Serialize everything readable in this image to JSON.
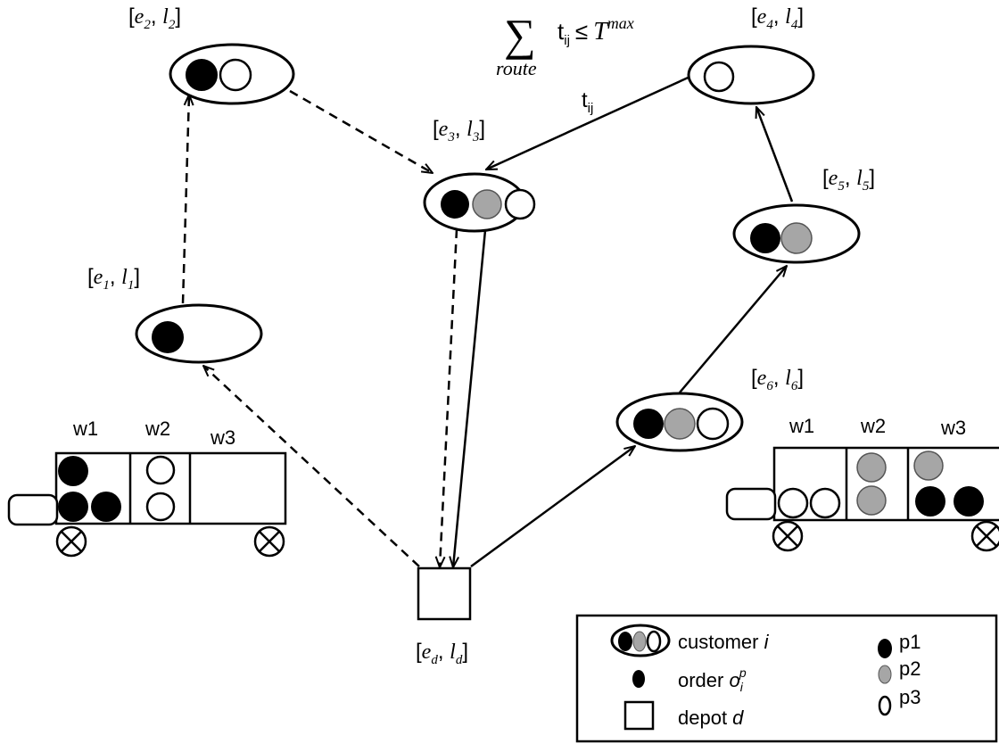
{
  "time_windows": {
    "c1": {
      "e": "e",
      "e_sub": "1",
      "l": "l",
      "l_sub": "1"
    },
    "c2": {
      "e": "e",
      "e_sub": "2",
      "l": "l",
      "l_sub": "2"
    },
    "c3": {
      "e": "e",
      "e_sub": "3",
      "l": "l",
      "l_sub": "3"
    },
    "c4": {
      "e": "e",
      "e_sub": "4",
      "l": "l",
      "l_sub": "4"
    },
    "c5": {
      "e": "e",
      "e_sub": "5",
      "l": "l",
      "l_sub": "5"
    },
    "c6": {
      "e": "e",
      "e_sub": "6",
      "l": "l",
      "l_sub": "6"
    },
    "depot": {
      "e": "e",
      "e_sub": "d",
      "l": "l",
      "l_sub": "d"
    }
  },
  "constraint": {
    "sigma": "∑",
    "sub": "route",
    "t": "t",
    "t_sub": "ij",
    "leq": "≤",
    "T": "T",
    "T_sup": "max"
  },
  "edge_label": {
    "t": "t",
    "t_sub": "ij"
  },
  "vehicle_left": {
    "w1": "w1",
    "w2": "w2",
    "w3": "w3"
  },
  "vehicle_right": {
    "w1": "w1",
    "w2": "w2",
    "w3": "w3"
  },
  "legend": {
    "customer": "customer ",
    "customer_i": "i",
    "order": "order ",
    "order_o": "o",
    "order_sub": "i",
    "order_sup": "p",
    "depot": "depot ",
    "depot_d": "d",
    "p1": "p1",
    "p2": "p2",
    "p3": "p3"
  },
  "colors": {
    "p1": "#000000",
    "p2": "#a6a6a6",
    "p3": "#ffffff"
  }
}
